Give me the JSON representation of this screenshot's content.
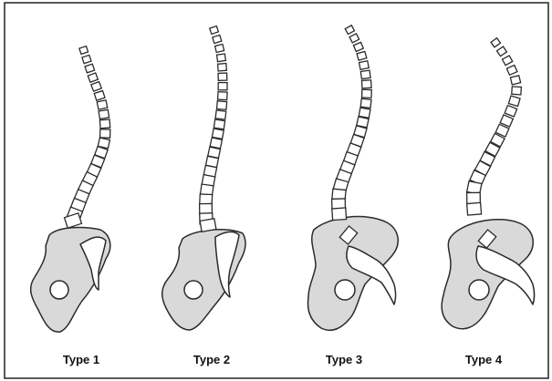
{
  "figure": {
    "panels": [
      {
        "label": "Type 1"
      },
      {
        "label": "Type 2"
      },
      {
        "label": "Type 3"
      },
      {
        "label": "Type 4"
      }
    ]
  },
  "colors": {
    "pelvis_fill": "#d9d9d9",
    "outline": "#2a2a2a",
    "vertebra_fill": "#ffffff",
    "frame": "#222222"
  }
}
